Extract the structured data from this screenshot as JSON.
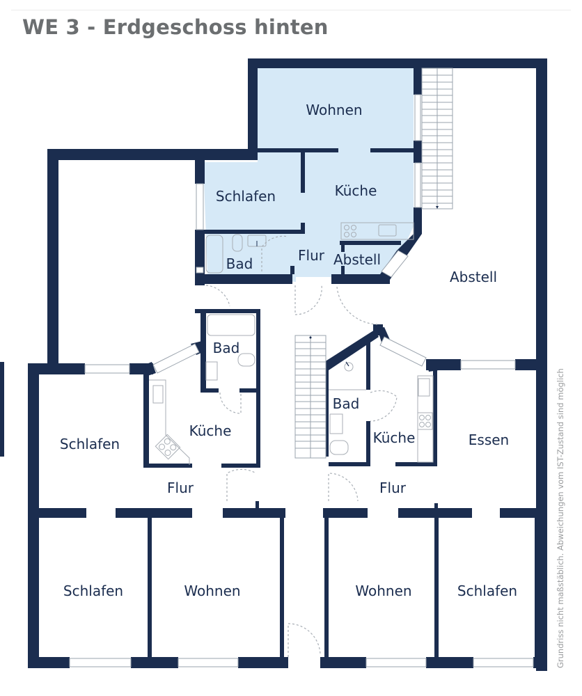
{
  "header": {
    "title": "WE 3 - Erdgeschoss hinten"
  },
  "colors": {
    "wall": "#1b2d4f",
    "highlight_fill": "#d6e9f7",
    "title_text": "#6b6e70",
    "disclaimer_text": "#9a9c9e"
  },
  "disclaimer": "Grundriss nicht maßstäblich. Abweichungen vom IST-Zustand sind möglich",
  "rooms": {
    "we3": {
      "wohnen": "Wohnen",
      "schlafen": "Schlafen",
      "kueche": "Küche",
      "bad": "Bad",
      "flur": "Flur",
      "abstell": "Abstell"
    },
    "abstell_large": "Abstell",
    "west_unit": {
      "bad": "Bad",
      "kueche": "Küche",
      "schlafen_mid": "Schlafen",
      "flur": "Flur",
      "schlafen_bottom": "Schlafen",
      "wohnen": "Wohnen"
    },
    "east_unit": {
      "bad": "Bad",
      "kueche": "Küche",
      "essen": "Essen",
      "flur": "Flur",
      "wohnen": "Wohnen",
      "schlafen": "Schlafen"
    }
  }
}
